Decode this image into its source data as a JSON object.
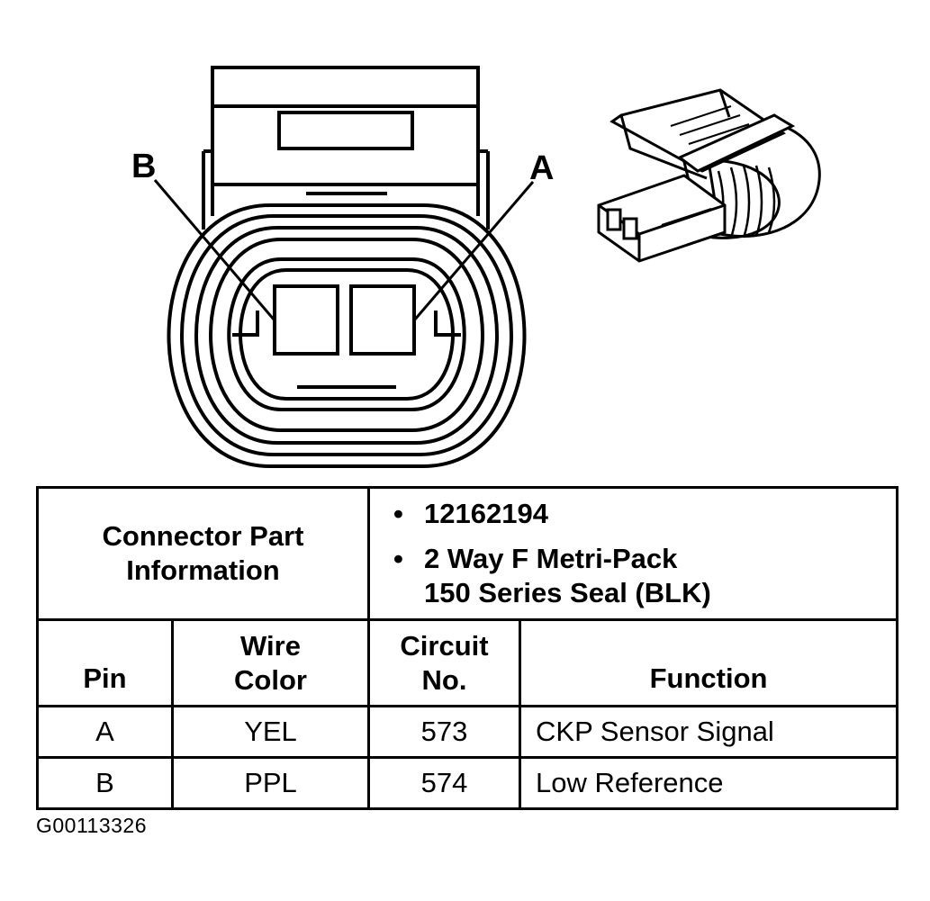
{
  "diagram": {
    "pin_labels": {
      "b": "B",
      "a": "A"
    }
  },
  "table": {
    "header": {
      "left_line1": "Connector Part",
      "left_line2": "Information",
      "bullet": "•",
      "part_number": "12162194",
      "desc_line1": "2 Way F Metri-Pack",
      "desc_line2": "150 Series Seal (BLK)"
    },
    "columns": {
      "pin": "Pin",
      "wire_line1": "Wire",
      "wire_line2": "Color",
      "circuit_line1": "Circuit",
      "circuit_line2": "No.",
      "function": "Function"
    },
    "rows": [
      {
        "pin": "A",
        "color": "YEL",
        "circuit": "573",
        "function": "CKP Sensor Signal"
      },
      {
        "pin": "B",
        "color": "PPL",
        "circuit": "574",
        "function": "Low Reference"
      }
    ]
  },
  "caption": "G00113326"
}
